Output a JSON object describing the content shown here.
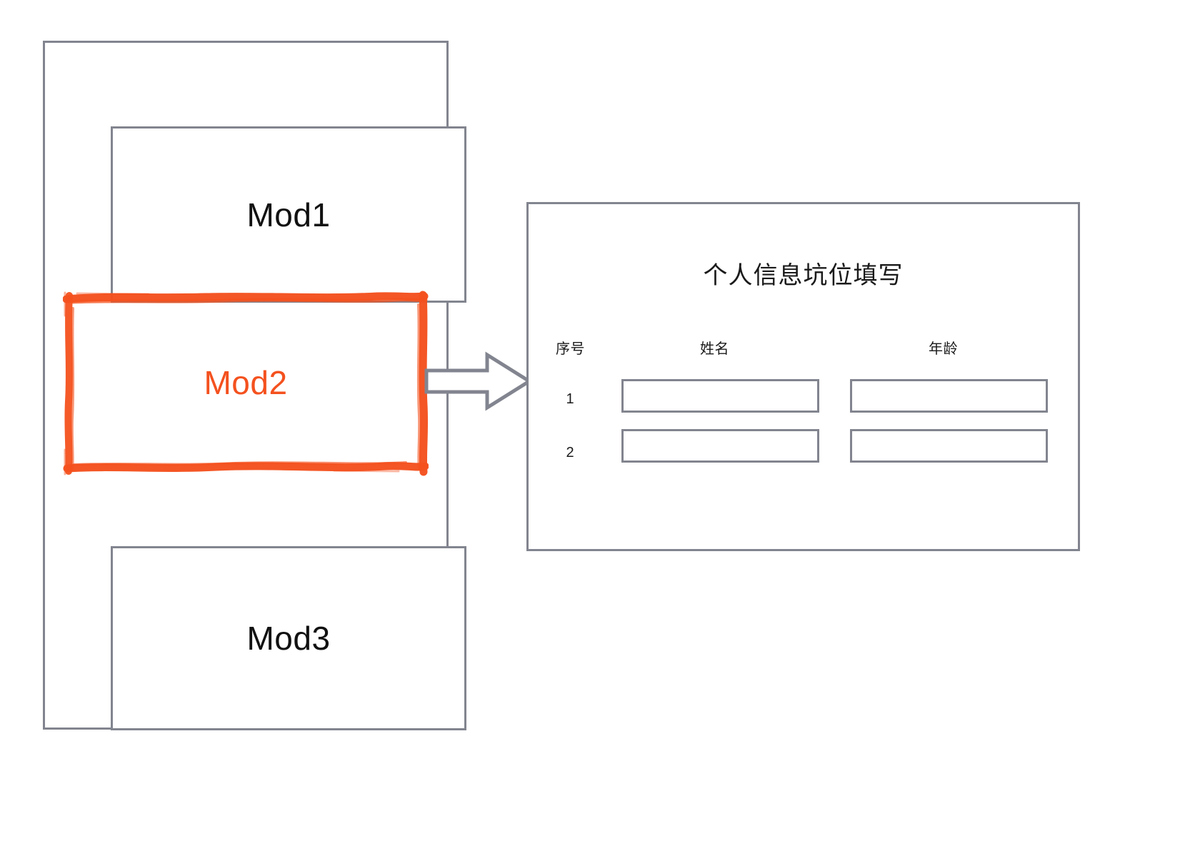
{
  "colors": {
    "outline": "#82858f",
    "highlight": "#f4511e",
    "text": "#1a1a1a",
    "background": "#ffffff"
  },
  "left_stack": {
    "modules": [
      {
        "id": "mod1",
        "label": "Mod1",
        "highlighted": false
      },
      {
        "id": "mod2",
        "label": "Mod2",
        "highlighted": true
      },
      {
        "id": "mod3",
        "label": "Mod3",
        "highlighted": false
      }
    ]
  },
  "connector": {
    "icon": "right-block-arrow-icon",
    "direction": "right"
  },
  "detail_panel": {
    "title": "个人信息坑位填写",
    "table": {
      "headers": [
        "序号",
        "姓名",
        "年龄"
      ],
      "rows": [
        {
          "index": "1",
          "name": "",
          "age": ""
        },
        {
          "index": "2",
          "name": "",
          "age": ""
        }
      ]
    }
  }
}
